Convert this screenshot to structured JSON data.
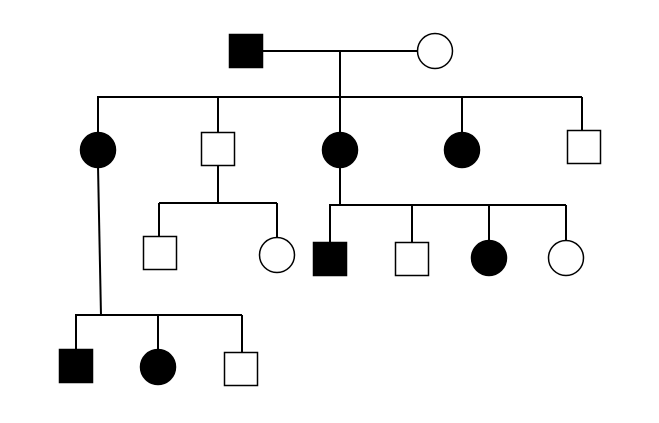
{
  "pedigree": {
    "colors": {
      "affected": "#000000",
      "unaffected": "#ffffff",
      "stroke": "#000000"
    },
    "generations": [
      {
        "name": "generation-1",
        "members": [
          {
            "id": "g1-father",
            "sex": "male",
            "affected": true
          },
          {
            "id": "g1-mother",
            "sex": "female",
            "affected": false
          }
        ]
      },
      {
        "name": "generation-2",
        "members": [
          {
            "id": "g2-child-1",
            "sex": "female",
            "affected": true
          },
          {
            "id": "g2-child-2",
            "sex": "male",
            "affected": false
          },
          {
            "id": "g2-child-3",
            "sex": "female",
            "affected": true
          },
          {
            "id": "g2-child-4",
            "sex": "female",
            "affected": true
          },
          {
            "id": "g2-child-5",
            "sex": "male",
            "affected": false
          }
        ]
      },
      {
        "name": "generation-3",
        "members": [
          {
            "id": "g3-child-2a",
            "parent": "g2-child-2",
            "sex": "male",
            "affected": false
          },
          {
            "id": "g3-child-2b",
            "parent": "g2-child-2",
            "sex": "female",
            "affected": false
          },
          {
            "id": "g3-child-3a",
            "parent": "g2-child-3",
            "sex": "male",
            "affected": true
          },
          {
            "id": "g3-child-3b",
            "parent": "g2-child-3",
            "sex": "male",
            "affected": false
          },
          {
            "id": "g3-child-3c",
            "parent": "g2-child-3",
            "sex": "female",
            "affected": true
          },
          {
            "id": "g3-child-3d",
            "parent": "g2-child-3",
            "sex": "female",
            "affected": false
          }
        ]
      },
      {
        "name": "generation-4",
        "members": [
          {
            "id": "g4-child-1a",
            "parent": "g2-child-1",
            "sex": "male",
            "affected": true
          },
          {
            "id": "g4-child-1b",
            "parent": "g2-child-1",
            "sex": "female",
            "affected": true
          },
          {
            "id": "g4-child-1c",
            "parent": "g2-child-1",
            "sex": "male",
            "affected": false
          }
        ]
      }
    ]
  }
}
